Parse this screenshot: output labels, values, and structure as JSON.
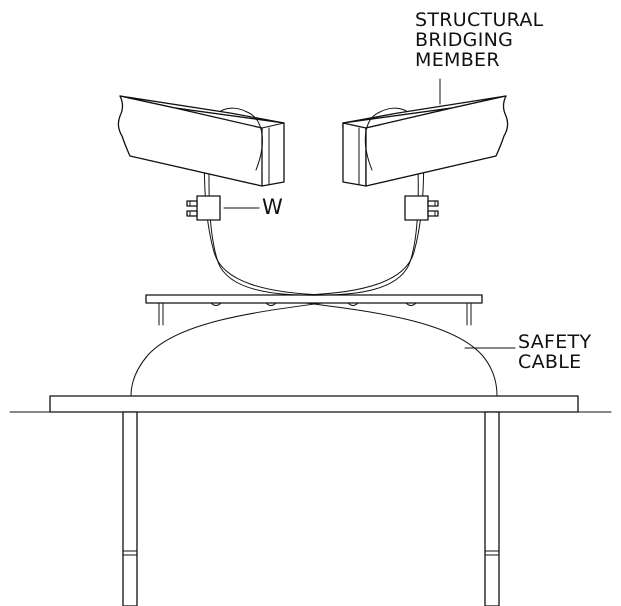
{
  "labels": {
    "bridging_member": [
      "STRUCTURAL",
      "BRIDGING",
      "MEMBER"
    ],
    "weld": "W",
    "safety_cable": [
      "SAFETY",
      "CABLE"
    ]
  },
  "colors": {
    "line": "#111111",
    "background": "#ffffff"
  }
}
